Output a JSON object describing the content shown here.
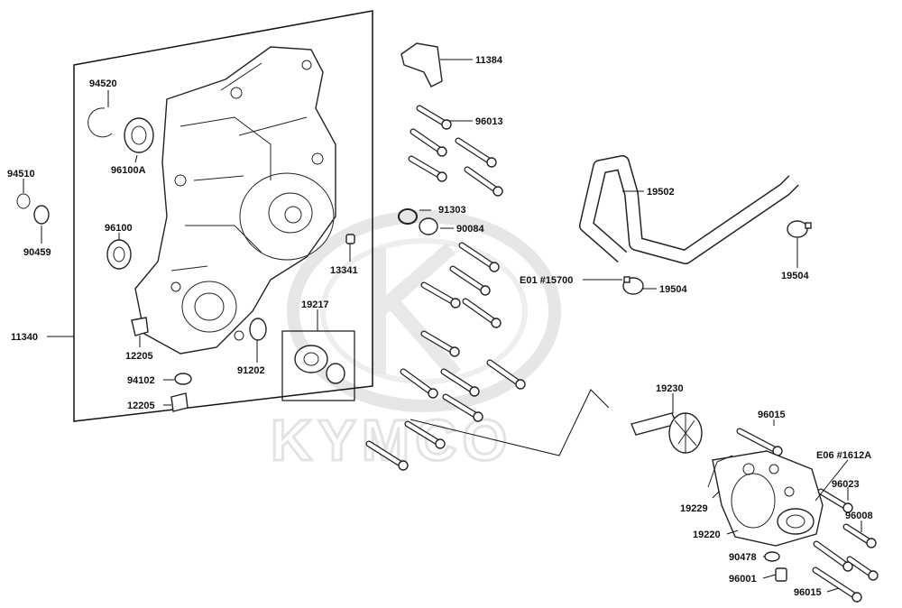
{
  "watermark": {
    "brand": "KYMCO"
  },
  "parts": {
    "p11384": "11384",
    "p96013": "96013",
    "p94520": "94520",
    "p96100A": "96100A",
    "p94510": "94510",
    "p90459": "90459",
    "p96100": "96100",
    "p11340": "11340",
    "p12205a": "12205",
    "p94102": "94102",
    "p12205b": "12205",
    "p91202": "91202",
    "p19217": "19217",
    "p13341": "13341",
    "p91303": "91303",
    "p90084": "90084",
    "p19502": "19502",
    "pE01": "E01 #15700",
    "p19504a": "19504",
    "p19504b": "19504",
    "p19230": "19230",
    "p96015a": "96015",
    "pE06": "E06 #1612A",
    "p96023": "96023",
    "p19229": "19229",
    "p96008": "96008",
    "p19220": "19220",
    "p90478": "90478",
    "p96001": "96001",
    "p96015b": "96015"
  }
}
